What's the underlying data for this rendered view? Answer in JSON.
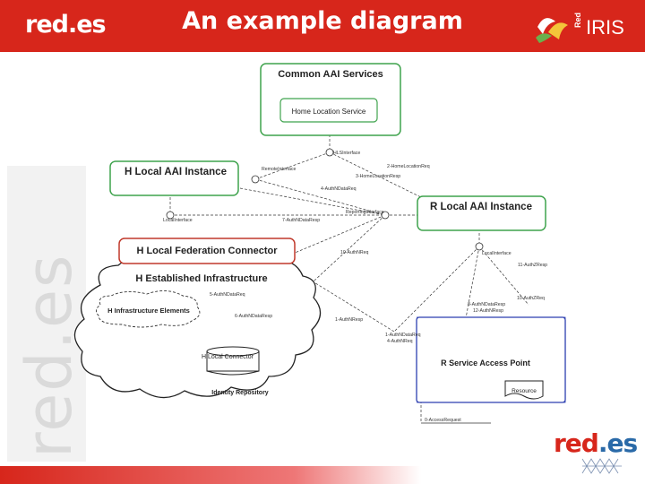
{
  "header": {
    "title": "An example diagram",
    "logo_left": "red.es",
    "logo_right_vertical": "Red",
    "logo_right": "IRIS"
  },
  "watermark": "red.es",
  "footer_logo": {
    "red": "red",
    "dot_es": ".es"
  },
  "colors": {
    "brand_red": "#d7261b",
    "box_green": "#3fa34d",
    "box_red": "#c0392b",
    "box_blue": "#2c3fb0"
  },
  "diagram": {
    "common_aai": "Common AAI Services",
    "home_location_service": "Home Location Service",
    "h_local_aai": "H Local AAI Instance",
    "r_local_aai": "R Local AAI Instance",
    "h_federation_connector": "H Local Federation Connector",
    "h_established_infra": "H Established Infrastructure",
    "h_infra_elements": "H Infrastructure Elements",
    "h_local_connector": "H Local Connector",
    "identity_repository": "Identity Repository",
    "r_service_access_point": "R Service Access Point",
    "resource": "Resource",
    "labels": {
      "hls_interface": "HLSInterface",
      "remote_interface": "RemoteInterface",
      "home_location_req": "2-HomeLocationReq",
      "home_location_resp": "3-HomeLocationResp",
      "authn_data_req_4": "4-AuthNDataReq",
      "authn_data_resp_7": "7-AuthNDataResp",
      "local_interface": "LocalInterface",
      "reporting_interface": "ReportingInterface",
      "authn_req_10": "10-AuthNReq",
      "local_interface_r": "LocalInterface",
      "authz_resp_11": "11-AuthZResp",
      "authz_req_10": "10-AuthZReq",
      "authn_data_resp_8": "8-AuthNDataResp",
      "authn_resp_12": "12-AuthNResp",
      "authn_data_req_5": "5-AuthNDataReq",
      "authn_data_resp_6": "6-AuthNDataResp",
      "authn_resp_1": "1-AuthNResp",
      "authn_data_req_1": "1-AuthNDataReq",
      "authn_req_4": "4-AuthNReq",
      "access_request": "0-AccessRequest"
    }
  }
}
